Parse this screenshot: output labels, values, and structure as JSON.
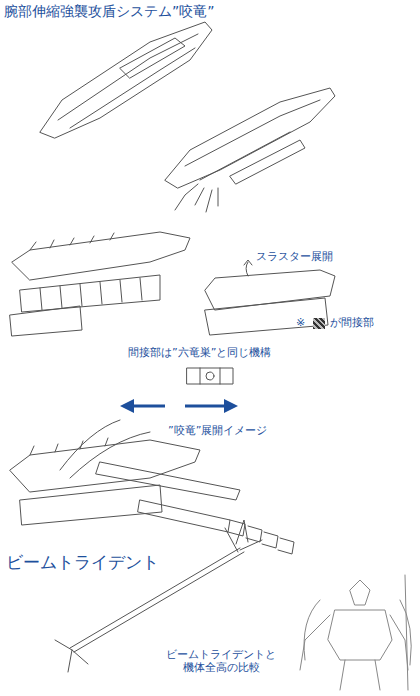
{
  "diagram": {
    "title": "腕部伸縮強襲攻盾システム”咬竜”",
    "labels": [
      "スラスター展開",
      "※",
      "間接部は”六竜巣”と同じ機構",
      "”咬竜”展開イメージ",
      "ビームトライデント",
      "ビームトライデントと 機体全高の比較"
    ],
    "legend": [
      {
        "text": "が間接部"
      }
    ]
  }
}
